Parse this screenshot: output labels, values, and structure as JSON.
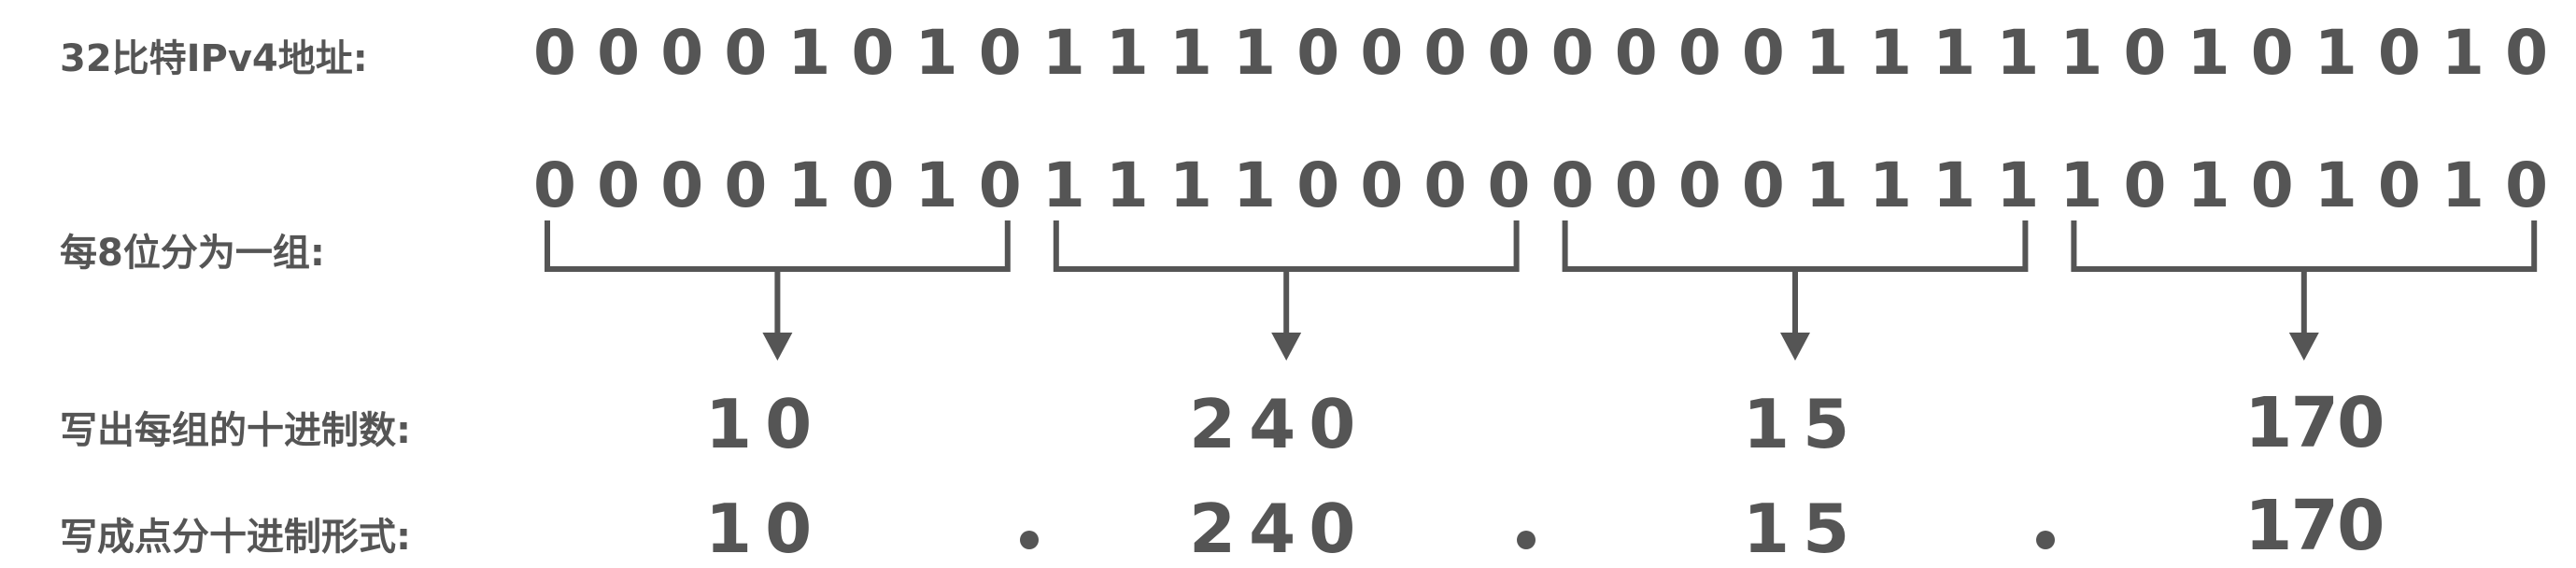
{
  "labels": {
    "row1": "32比特IPv4地址:",
    "row2": "每8位分为一组:",
    "row3": "写出每组的十进制数:",
    "row4": "写成点分十进制形式:"
  },
  "bits_full": [
    "0",
    "0",
    "0",
    "0",
    "1",
    "0",
    "1",
    "0",
    "1",
    "1",
    "1",
    "1",
    "0",
    "0",
    "0",
    "0",
    "0",
    "0",
    "0",
    "0",
    "1",
    "1",
    "1",
    "1",
    "1",
    "0",
    "1",
    "0",
    "1",
    "0",
    "1",
    "0"
  ],
  "groups": [
    {
      "bits": [
        "0",
        "0",
        "0",
        "0",
        "1",
        "0",
        "1",
        "0"
      ],
      "decimal": "10"
    },
    {
      "bits": [
        "1",
        "1",
        "1",
        "1",
        "0",
        "0",
        "0",
        "0"
      ],
      "decimal": "240"
    },
    {
      "bits": [
        "0",
        "0",
        "0",
        "0",
        "1",
        "1",
        "1",
        "1"
      ],
      "decimal": "15"
    },
    {
      "bits": [
        "1",
        "0",
        "1",
        "0",
        "1",
        "0",
        "1",
        "0"
      ],
      "decimal": "170"
    }
  ],
  "dotted": {
    "octets": [
      "10",
      "240",
      "15",
      "170"
    ],
    "separator": "."
  },
  "colors": {
    "text": "#555555",
    "background": "#ffffff"
  }
}
